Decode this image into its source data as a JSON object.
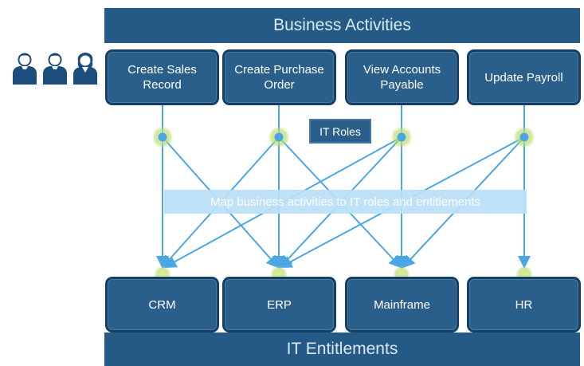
{
  "header": {
    "title": "Business Activities"
  },
  "activities": [
    {
      "label": "Create Sales Record"
    },
    {
      "label": "Create Purchase Order"
    },
    {
      "label": "View Accounts Payable"
    },
    {
      "label": "Update Payroll"
    }
  ],
  "roles": {
    "label": "IT Roles"
  },
  "mapping": {
    "label": "Map business activities to IT roles and entitlements"
  },
  "systems": [
    {
      "label": "CRM"
    },
    {
      "label": "ERP"
    },
    {
      "label": "Mainframe"
    },
    {
      "label": "HR"
    }
  ],
  "footer": {
    "title": "IT Entitlements"
  },
  "colors": {
    "banner": "#255a87",
    "box": "#2a5f8b",
    "border": "#143f66",
    "line": "#4aa7e5",
    "glow": "#b8d96a",
    "band": "#badff7"
  },
  "icons": {
    "users": "business-users-icon"
  }
}
